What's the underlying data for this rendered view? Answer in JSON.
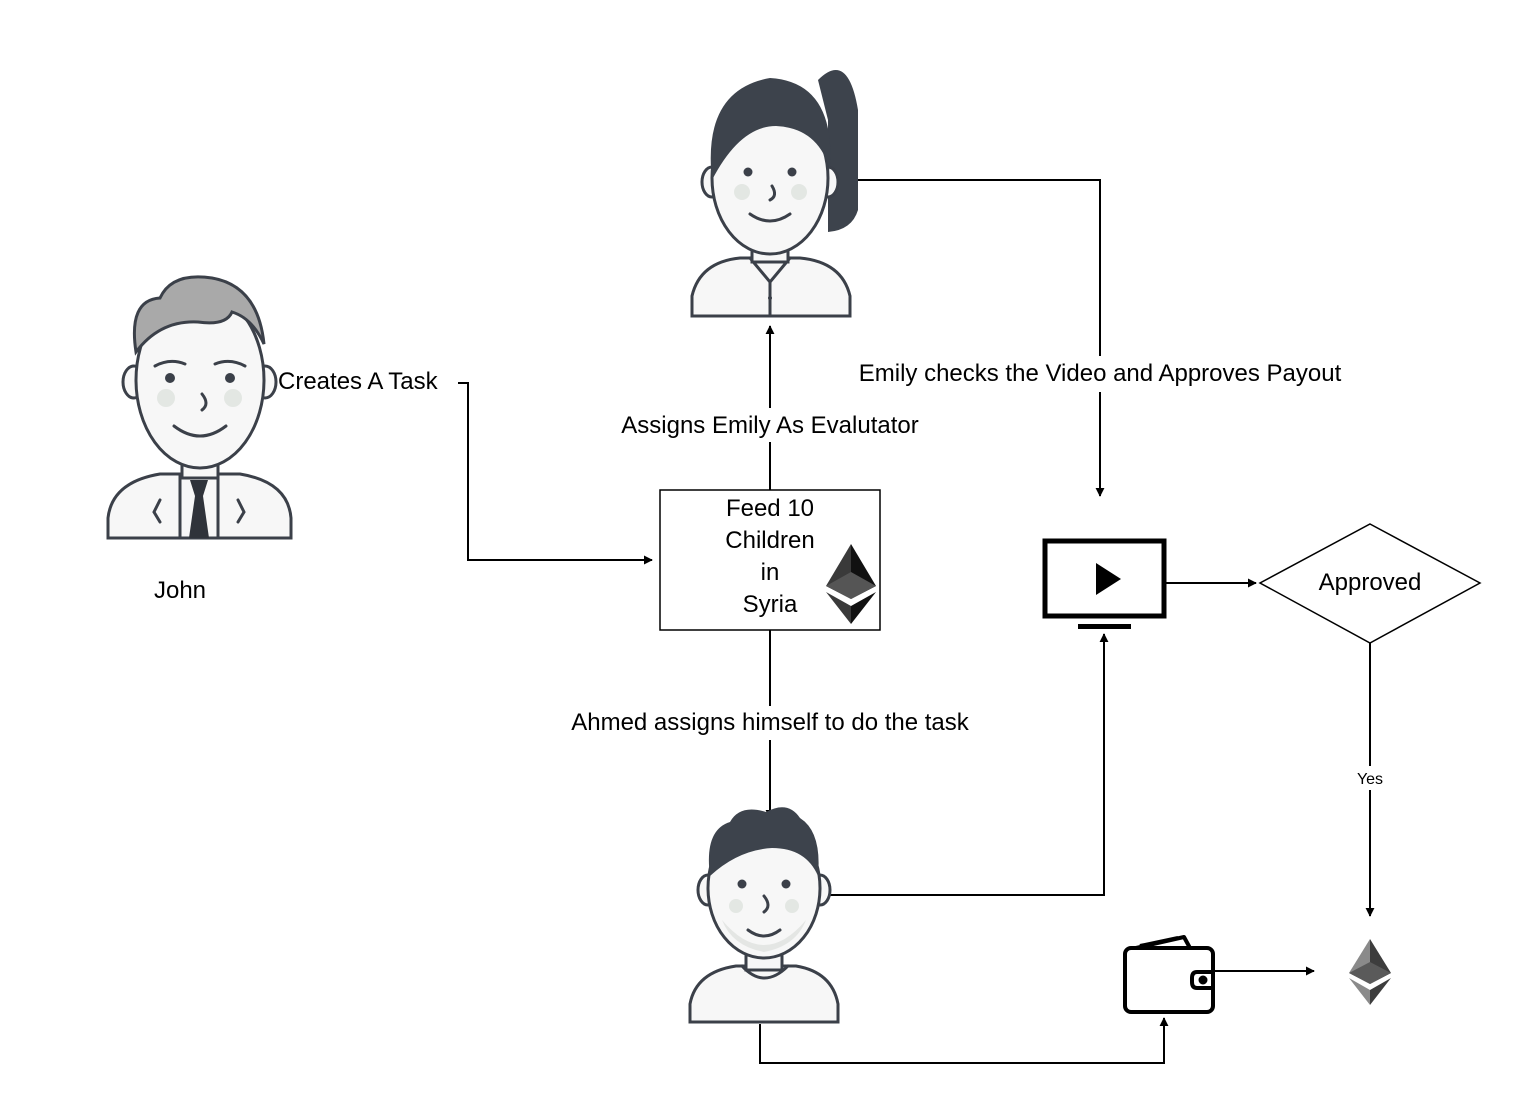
{
  "actors": {
    "john": "John"
  },
  "task": {
    "lines": [
      "Feed 10",
      "Children",
      "in",
      "Syria"
    ]
  },
  "edges": {
    "creates": "Creates A Task",
    "assigns_evaluator": "Assigns Emily As Evalutator",
    "emily_checks": "Emily checks the Video and Approves Payout",
    "ahmed_assigns": "Ahmed assigns himself to do the task",
    "yes": "Yes"
  },
  "decision": {
    "label": "Approved"
  },
  "icons": {
    "john_avatar": "businessman-avatar",
    "emily_avatar": "woman-avatar",
    "ahmed_avatar": "man-avatar",
    "task_token": "ethereum-icon",
    "video": "video-monitor-icon",
    "wallet": "wallet-icon",
    "payout_token": "ethereum-icon"
  }
}
